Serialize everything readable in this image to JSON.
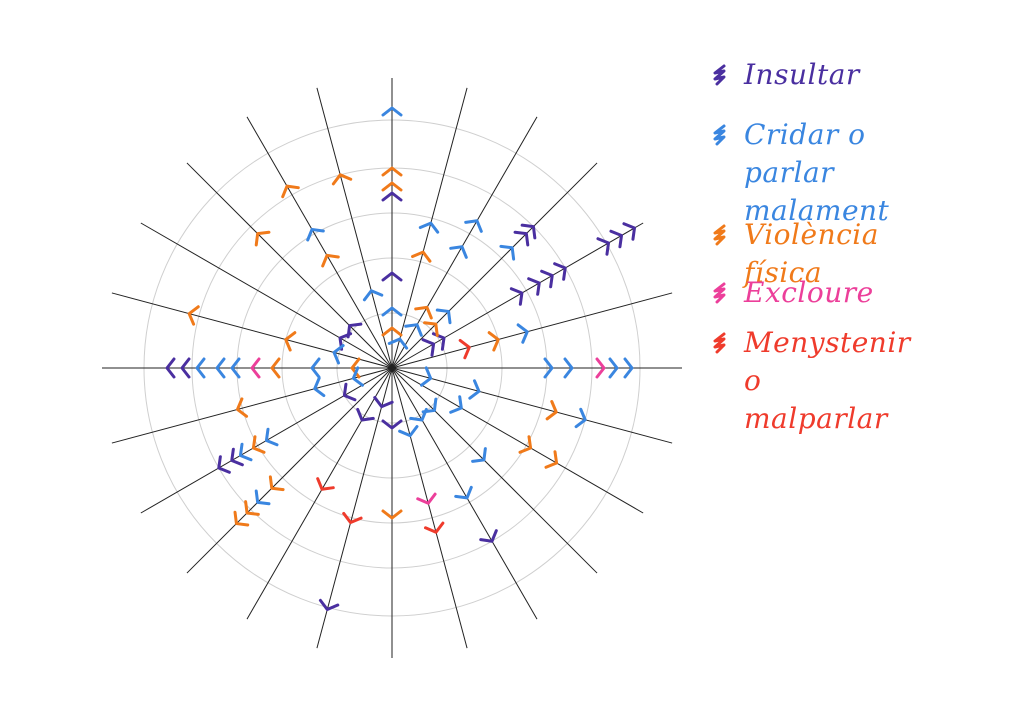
{
  "legend": {
    "items": [
      {
        "label": "Insultar",
        "color": "#4a2fa0",
        "icon": "purple-scribble"
      },
      {
        "label": "Cridar o parlar\nmalament",
        "color": "#3a86e0",
        "icon": "blue-scribble"
      },
      {
        "label": "Violència física",
        "color": "#f07a1a",
        "icon": "orange-scribble"
      },
      {
        "label": "Excloure",
        "color": "#ec3f9a",
        "icon": "pink-scribble"
      },
      {
        "label": "Menystenir o\nmalparlar",
        "color": "#ef3b2c",
        "icon": "red-scribble"
      }
    ]
  },
  "diagram": {
    "spokes": 24,
    "rings": 5,
    "mark_colors": {
      "insultar": "#4a2fa0",
      "cridar": "#3a86e0",
      "violencia": "#f07a1a",
      "excloure": "#ec3f9a",
      "menystenir": "#ef3b2c"
    }
  }
}
